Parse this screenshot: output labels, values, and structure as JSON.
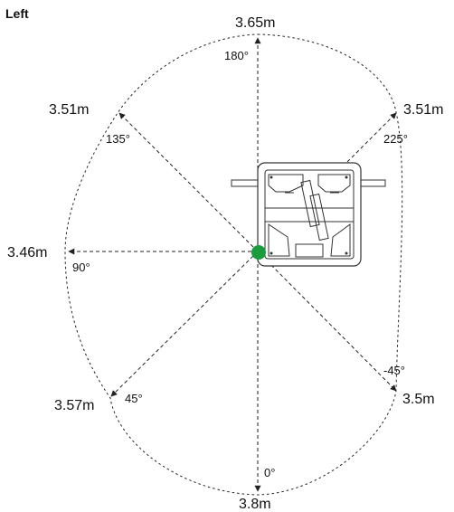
{
  "title": "Left",
  "rays": [
    {
      "id": "0",
      "distance": "3.8m",
      "angle": "0°"
    },
    {
      "id": "45",
      "distance": "3.57m",
      "angle": "45°"
    },
    {
      "id": "90",
      "distance": "3.46m",
      "angle": "90°"
    },
    {
      "id": "135",
      "distance": "3.51m",
      "angle": "135°"
    },
    {
      "id": "180",
      "distance": "3.65m",
      "angle": "180°"
    },
    {
      "id": "225",
      "distance": "3.51m",
      "angle": "225°"
    },
    {
      "id": "m45",
      "distance": "3.5m",
      "angle": "-45°"
    }
  ],
  "colors": {
    "origin_marker": "#1a9c3e",
    "lines": "#222222"
  }
}
